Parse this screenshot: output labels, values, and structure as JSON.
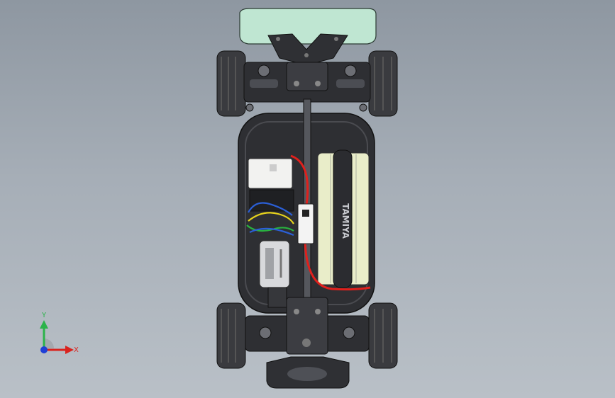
{
  "viewport": {
    "background_top": "#8e97a1",
    "background_bottom": "#b9c0c7"
  },
  "model": {
    "body_color": "#bfe6d2",
    "chassis_color": "#2e2f33",
    "frame_color": "#3c3d42",
    "tire_color": "#3a3b3f",
    "battery_color": "#e9edc9",
    "battery_logo": "TAMIYA",
    "wire_red": "#e0201c",
    "wire_blue": "#2b5fd6",
    "wire_yellow": "#e6d21c",
    "wire_green": "#29b33f",
    "motor_color": "#d8d9dc",
    "esc_color": "#f2f2f0"
  },
  "triad": {
    "x_label": "X",
    "y_label": "Y",
    "x_color": "#d9231e",
    "y_color": "#2bb34a",
    "z_color": "#1f3fd6"
  }
}
